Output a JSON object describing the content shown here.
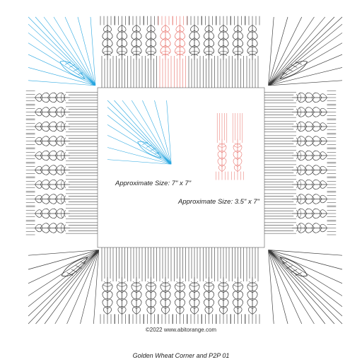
{
  "pattern": {
    "title": "Golden Wheat Corner and P2P 01",
    "copyright": "©2022 www.abitorange.com",
    "size_corner": "Approximate Size: 7\" x 7\"",
    "size_p2p": "Approximate Size: 3.5\" x 7\""
  },
  "colors": {
    "line": "#3a3a3a",
    "corner_highlight": "#2aa7e0",
    "p2p_highlight": "#e8716a",
    "background": "#ffffff"
  }
}
